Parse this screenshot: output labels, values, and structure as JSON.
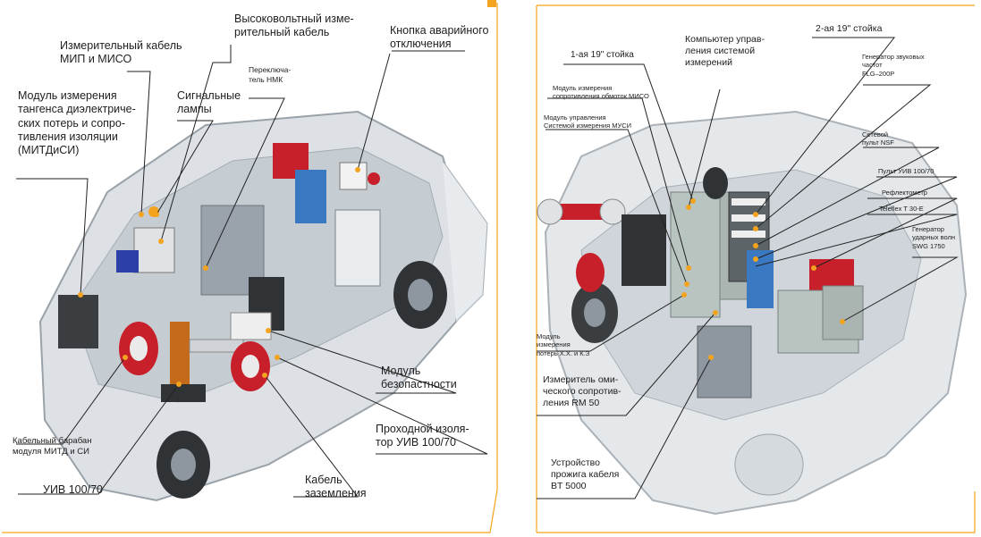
{
  "colors": {
    "accent": "#f4a31f",
    "leader_line": "#222222",
    "van_body": "#b9c0c6",
    "equipment_gray": "#8e979f",
    "seat": "#2f3336",
    "red_parts": "#c8202a"
  },
  "left": {
    "labels": {
      "l1": "Измерительный кабель\nМИП и МИСО",
      "l2": "Высоковольтный изме-\nрительный кабель",
      "l3": "Кнопка аварийного\nотключения",
      "l4": "Переключа-\nтель НМК",
      "l5": "Сигнальные\nлампы",
      "l6": "Модуль измерения\nтангенса диэлектриче-\nских потерь и сопро-\nтивления изоляции\n(МИТДиСИ)",
      "l7": "Модуль\nбезопастности",
      "l8": "Проходной изоля-\nтор УИВ 100/70",
      "l9": "Кабель\nзаземления",
      "l10": "УИВ 100/70",
      "l11": "Кабельный барабан\nмодуля МИТД и СИ"
    }
  },
  "right": {
    "labels": {
      "r1": "1-ая 19\" стойка",
      "r2": "Компьютер управ-\nления системой\nизмерений",
      "r3": "2-ая 19\" стойка",
      "r4": "Генератор звуковых\nчастот\nFLG–200P",
      "r5": "Модуль измерения\nсопротивления обмоток  МИСО",
      "r6": "Модуль управления\nСистемой измерения МУСИ",
      "r7": "Сетевой\nпульт NSF",
      "r8": "Пульт УИВ 100/70",
      "r9": "Рефлектометр",
      "r10": "Teleflex T 30-E",
      "r11": "Генератор\nударных волн\nSWG 1750",
      "r12": "Модуль\nизмерения\nпотерь Х.Х. и К.З",
      "r13": "Измеритель оми-\nческого сопротив-\nления RM 50",
      "r14": "Устройство\nпрожига кабеля\nBT 5000"
    }
  }
}
